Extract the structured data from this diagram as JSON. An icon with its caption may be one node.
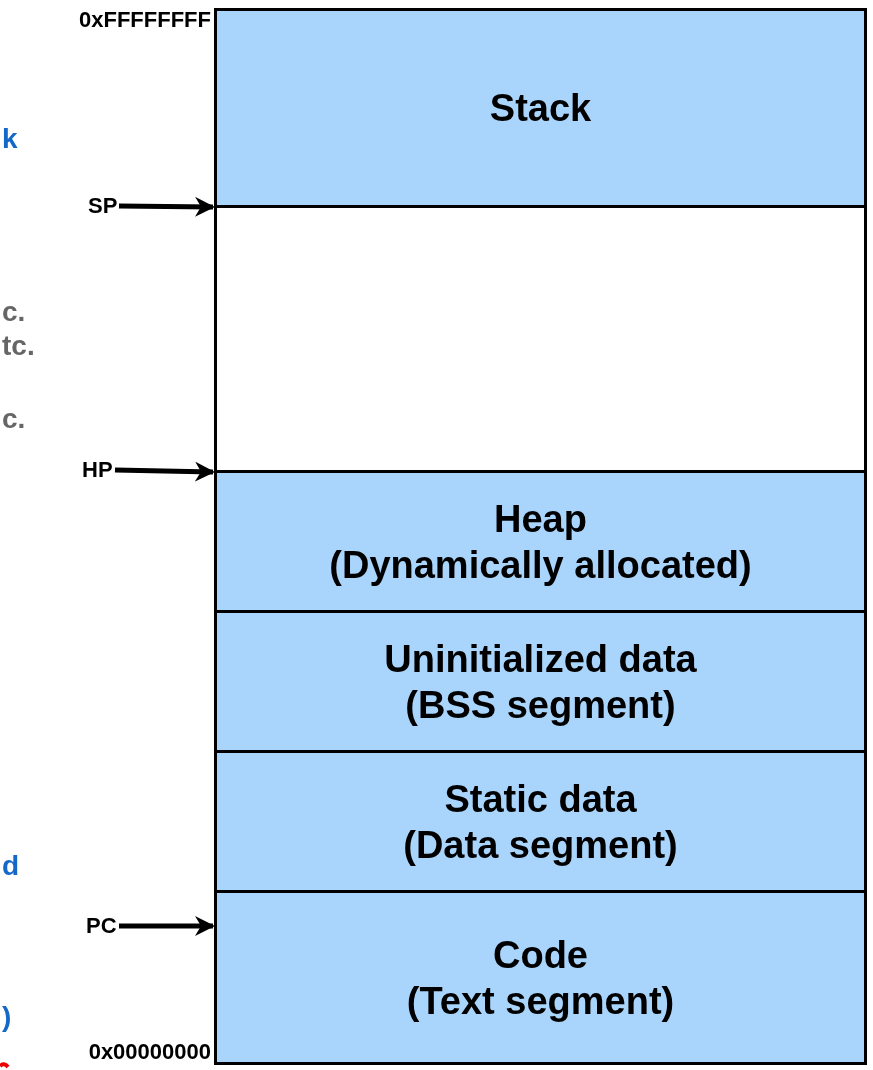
{
  "diagram": {
    "nodes": [
      {
        "text": [
          "Stack"
        ],
        "beside": [
          "0xFFFFFFFF"
        ]
      },
      {
        "text": [],
        "shape": "box"
      },
      {
        "text": [
          "Heap",
          "(Dynamically allocated)"
        ]
      },
      {
        "text": [
          "Uninitialized data",
          "(BSS segment)"
        ]
      },
      {
        "text": [
          "Static data",
          "(Data segment)"
        ]
      },
      {
        "text": [
          "Code",
          "(Text segment)"
        ],
        "beside": [
          "0x00000000"
        ]
      },
      {
        "text": [
          "SP"
        ]
      },
      {
        "text": [
          "HP"
        ]
      },
      {
        "text": [
          "PC"
        ]
      }
    ],
    "edges": [
      {
        "from": 6,
        "to": 1,
        "arrow": "to"
      },
      {
        "from": 7,
        "to": 2,
        "arrow": "to"
      },
      {
        "from": 8,
        "to": 5,
        "arrow": "to"
      }
    ],
    "labels": [
      "k",
      "c.",
      "tc.",
      "c.",
      "d",
      ")"
    ]
  }
}
